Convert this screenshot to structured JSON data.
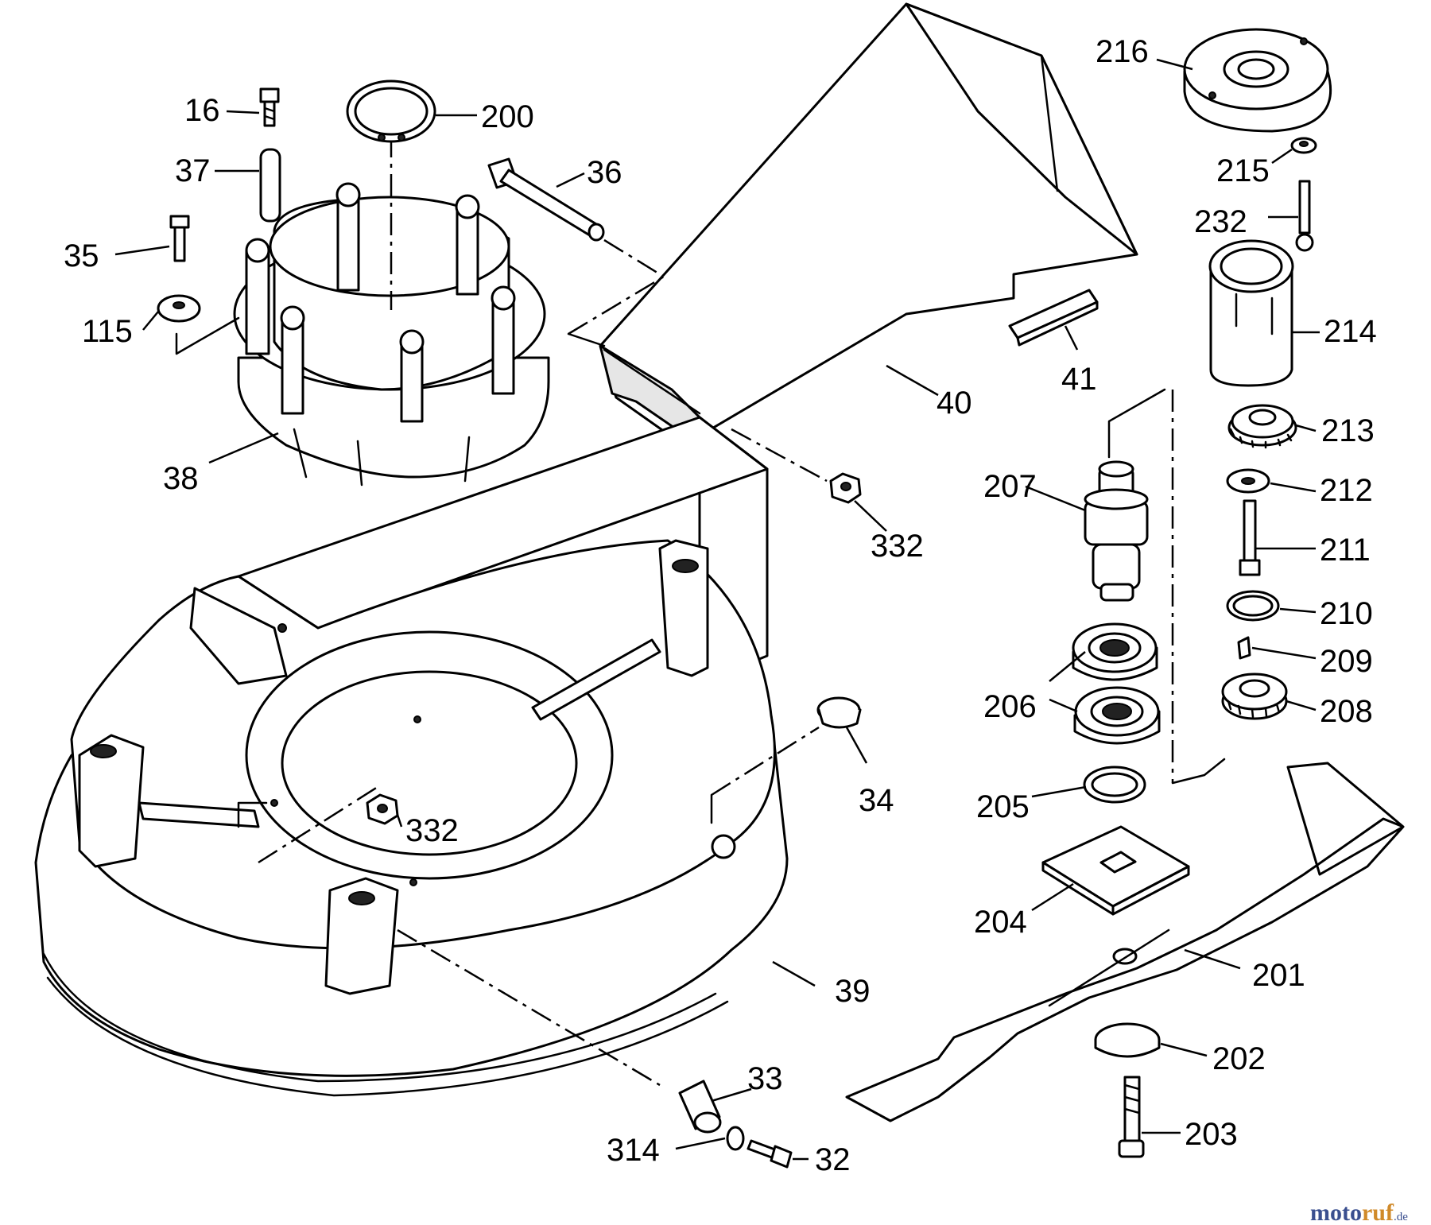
{
  "callouts": {
    "p16": "16",
    "p200": "200",
    "p37": "37",
    "p36": "36",
    "p35": "35",
    "p115": "115",
    "p38": "38",
    "p40": "40",
    "p41": "41",
    "p332a": "332",
    "p332b": "332",
    "p34": "34",
    "p39": "39",
    "p33": "33",
    "p314": "314",
    "p32": "32",
    "p216": "216",
    "p215": "215",
    "p232": "232",
    "p214": "214",
    "p213": "213",
    "p212": "212",
    "p211": "211",
    "p210": "210",
    "p209": "209",
    "p208": "208",
    "p207": "207",
    "p206": "206",
    "p205": "205",
    "p204": "204",
    "p201": "201",
    "p202": "202",
    "p203": "203"
  },
  "watermark": {
    "part_a": "moto",
    "part_b": "ruf",
    "suffix": ".de"
  }
}
